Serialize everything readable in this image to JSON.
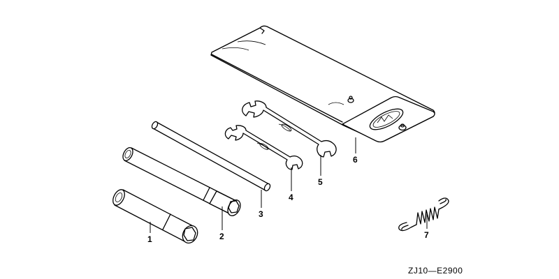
{
  "callouts": {
    "c1": "1",
    "c2": "2",
    "c3": "3",
    "c4": "4",
    "c5": "5",
    "c6": "6",
    "c7": "7"
  },
  "diagram_code": "ZJ10—E2900",
  "colors": {
    "ink": "#000000",
    "paper": "#ffffff"
  }
}
